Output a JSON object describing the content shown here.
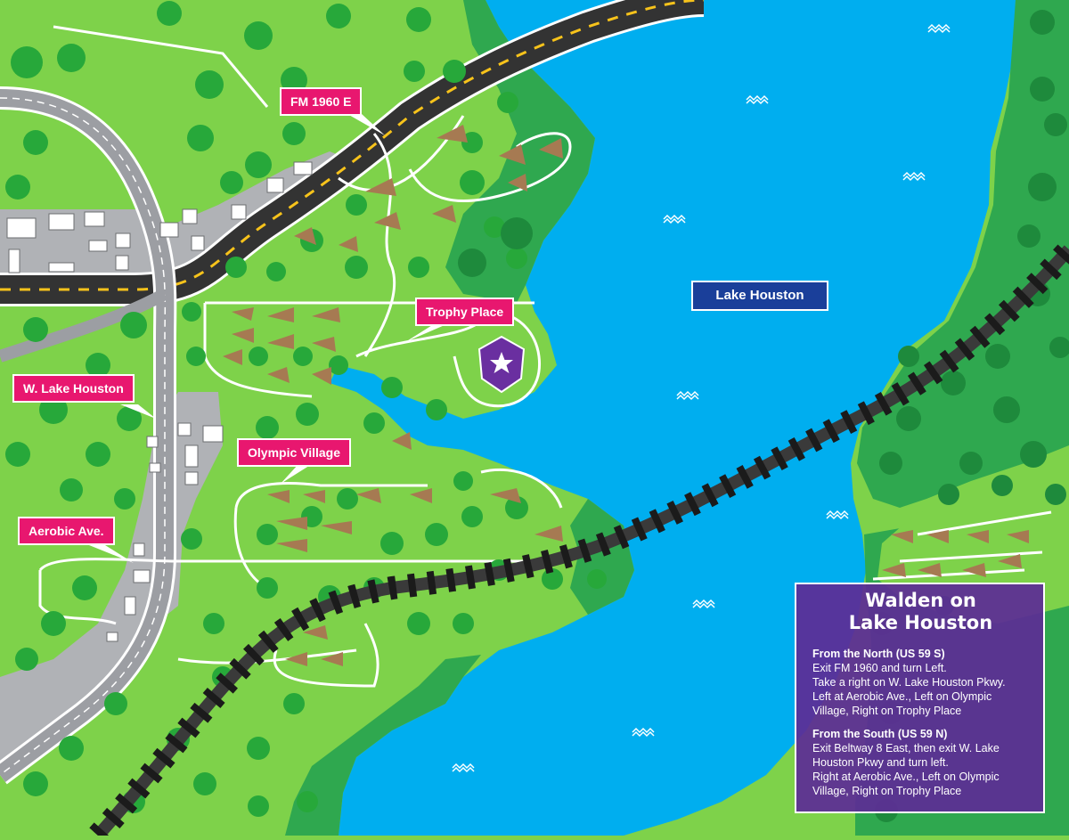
{
  "map": {
    "labels": {
      "fm1960": "FM 1960 E",
      "trophy_place": "Trophy Place",
      "lake_houston": "Lake Houston",
      "w_lake_houston": "W. Lake Houston",
      "olympic_village": "Olympic Village",
      "aerobic_ave": "Aerobic Ave."
    },
    "marker_icon": "star-pentagon-marker",
    "colors": {
      "water": "#00aeef",
      "land": "#7ed24a",
      "dark_land": "#2fa84f",
      "label_pink": "#e8176f",
      "lake_label": "#1a3f9a",
      "marker": "#6a2fa0",
      "info_panel": "#5c2c96"
    }
  },
  "info": {
    "title_line1": "Walden on",
    "title_line2": "Lake Houston",
    "north_heading": "From the North (US 59 S)",
    "north_lines": [
      "Exit FM 1960 and turn Left.",
      "Take a right on W. Lake Houston Pkwy.",
      "Left at Aerobic Ave., Left on Olympic",
      "Village, Right on Trophy Place"
    ],
    "south_heading": "From the South (US 59 N)",
    "south_lines": [
      "Exit Beltway 8 East, then exit W. Lake",
      "Houston Pkwy and turn left.",
      "Right at Aerobic Ave., Left on Olympic",
      "Village, Right on Trophy Place"
    ]
  }
}
